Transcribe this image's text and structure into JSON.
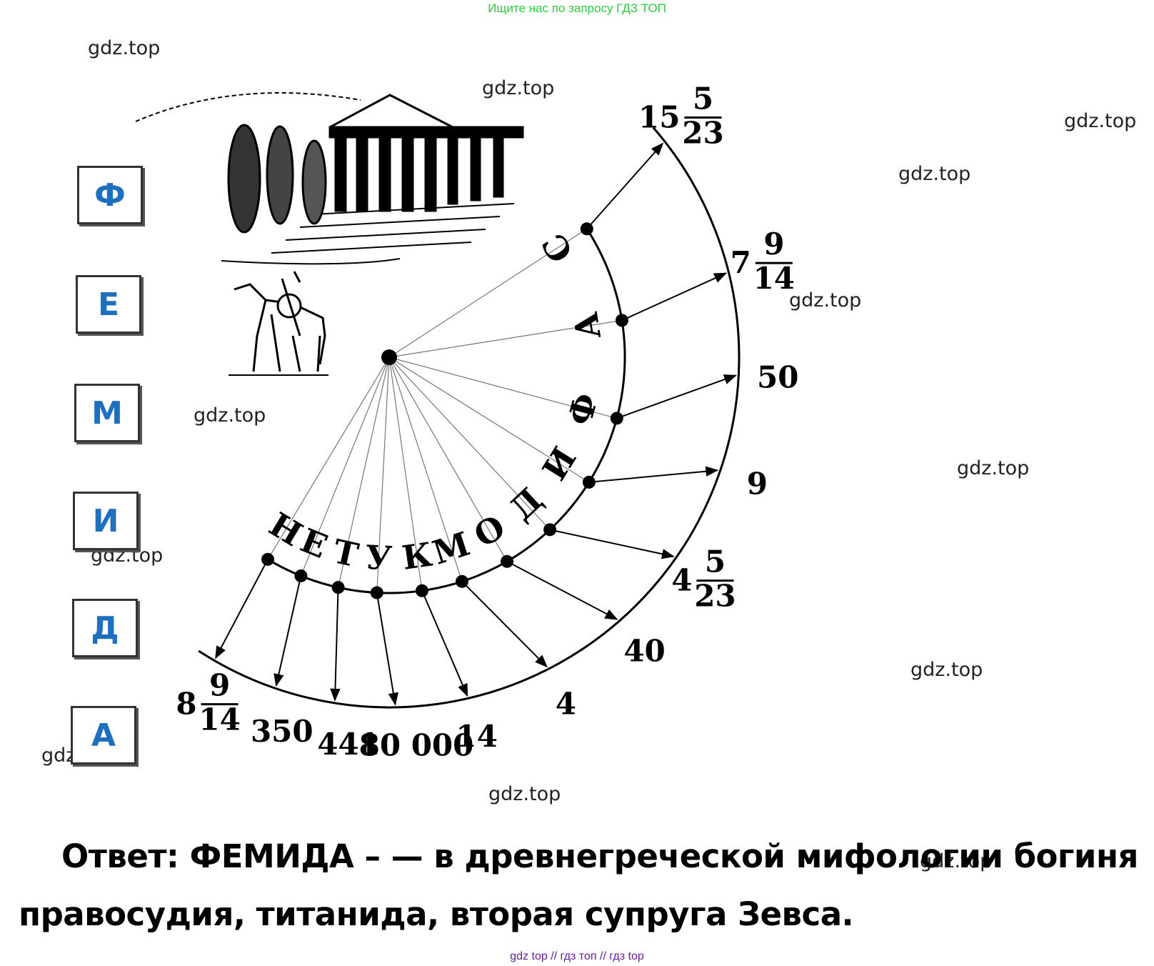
{
  "banner": "Ищите нас по запросу ГДЗ ТОП",
  "watermark": "gdz.top",
  "letters": [
    "Ф",
    "Е",
    "М",
    "И",
    "Д",
    "А"
  ],
  "wheel": {
    "inner_letters": [
      "Н",
      "Е",
      "Т",
      "У",
      "К",
      "М",
      "О",
      "Д",
      "И",
      "Ф",
      "А",
      "С"
    ],
    "outer_labels": [
      {
        "whole": "8",
        "num": "9",
        "den": "14"
      },
      {
        "whole": "350"
      },
      {
        "whole": "441"
      },
      {
        "whole": "80 000"
      },
      {
        "whole": "14"
      },
      {
        "whole": "4"
      },
      {
        "whole": "40"
      },
      {
        "whole": "4",
        "num": "5",
        "den": "23"
      },
      {
        "whole": "9"
      },
      {
        "whole": "50"
      },
      {
        "whole": "7",
        "num": "9",
        "den": "14"
      },
      {
        "whole": "15",
        "num": "5",
        "den": "23"
      }
    ]
  },
  "answer": {
    "line1": "Ответ: ФЕМИДА – — в древнегреческой мифологии богиня",
    "line2": "правосудия, титанида, вторая супруга Зевса."
  },
  "footer": "gdz top  //  гдз топ  //  гдз top"
}
